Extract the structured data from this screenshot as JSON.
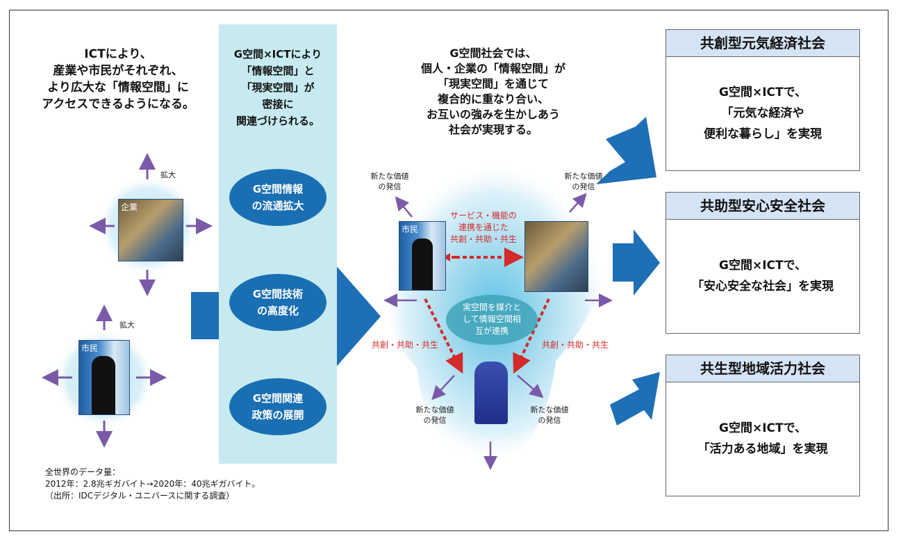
{
  "left": {
    "heading": [
      "ICTにより、",
      "産業や市民がそれぞれ、",
      "より広大な「情報空間」に",
      "アクセスできるようになる。"
    ],
    "expand_label_top": "拡大",
    "expand_label_bottom": "拡大",
    "company_label": "企業",
    "citizen_label": "市民",
    "data_note": [
      "全世界のデータ量：",
      "2012年：2.8兆ギガバイト→2020年：40兆ギガバイト。",
      "（出所：IDCデジタル・ユニバースに関する調査）"
    ]
  },
  "middle": {
    "heading": [
      "G空間×ICTにより",
      "「情報空間」と",
      "「現実空間」が",
      "密接に",
      "関連づけられる。"
    ],
    "ovals": [
      {
        "lines": [
          "G空間情報",
          "の流通拡大"
        ]
      },
      {
        "lines": [
          "G空間技術",
          "の高度化"
        ]
      },
      {
        "lines": [
          "G空間関連",
          "政策の展開"
        ]
      }
    ]
  },
  "center": {
    "heading": [
      "G空間社会では、",
      "個人・企業の「情報空間」が",
      "「現実空間」を通じて",
      "複合的に重なり合い、",
      "お互いの強みを生かしあう",
      "社会が実現する。"
    ],
    "new_value_lines": [
      "新たな価値",
      "の発信"
    ],
    "citizen_label": "市民",
    "service_link": [
      "サービス・機能の",
      "連携を通じた",
      "共創・共助・共生"
    ],
    "co_left": "共創・共助・共生",
    "co_right": "共創・共助・共生",
    "core": [
      "実空間を媒介と",
      "して情報空間相",
      "互が連携"
    ]
  },
  "right": {
    "boxes": [
      {
        "title": "共創型元気経済社会",
        "lines": [
          "G空間×ICTで、",
          "「元気な経済や",
          "便利な暮らし」を実現"
        ]
      },
      {
        "title": "共助型安心安全社会",
        "lines": [
          "G空間×ICTで、",
          "「安心安全な社会」を実現"
        ]
      },
      {
        "title": "共生型地域活力社会",
        "lines": [
          "G空間×ICTで、",
          "「活力ある地域」を実現"
        ]
      }
    ]
  },
  "colors": {
    "arrow_blue": "#1e6fb5",
    "oval_blue": "#1a6fb3",
    "purple_arrow": "#7a5aa8",
    "red_link": "#d32a2a",
    "column_bg": "#c6eaf0",
    "box_title_bg": "#d5e4f5"
  }
}
